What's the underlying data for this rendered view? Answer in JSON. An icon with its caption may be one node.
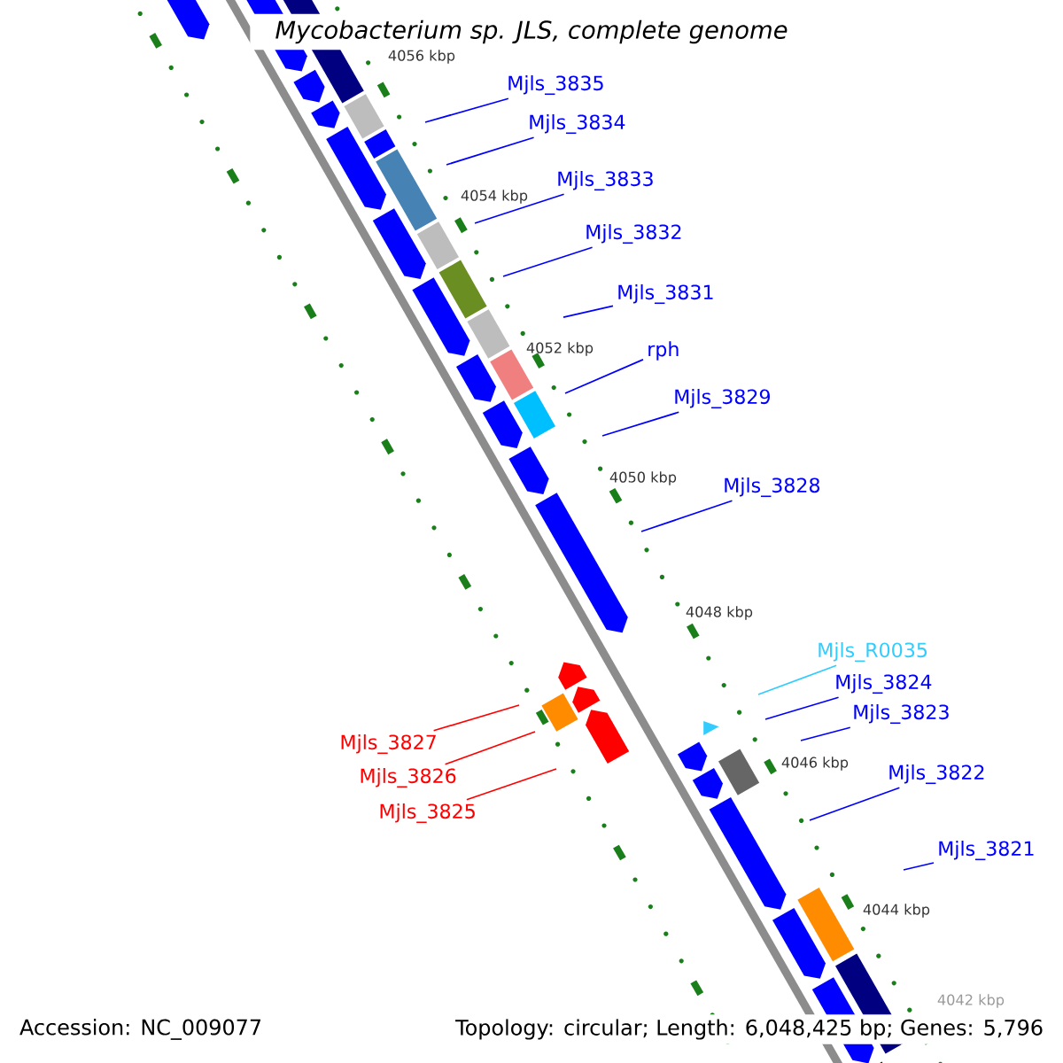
{
  "diagram": {
    "title": "Mycobacterium sp. JLS, complete genome",
    "nodes": [
      {
        "text": [
          "Mjls_3835"
        ]
      },
      {
        "text": [
          "Mjls_3834"
        ]
      },
      {
        "text": [
          "Mjls_3833"
        ]
      },
      {
        "text": [
          "Mjls_3832"
        ]
      },
      {
        "text": [
          "Mjls_3831"
        ]
      },
      {
        "text": [
          "rph"
        ]
      },
      {
        "text": [
          "Mjls_3829"
        ]
      },
      {
        "text": [
          "Mjls_3828"
        ]
      },
      {
        "text": [
          "Mjls_R0035"
        ]
      },
      {
        "text": [
          "Mjls_3824"
        ]
      },
      {
        "text": [
          "Mjls_3823"
        ]
      },
      {
        "text": [
          "Mjls_3822"
        ]
      },
      {
        "text": [
          "Mjls_3821"
        ]
      },
      {
        "text": [
          "Mjls_3827"
        ]
      },
      {
        "text": [
          "Mjls_3826"
        ]
      },
      {
        "text": [
          "Mjls_3825"
        ]
      }
    ],
    "edges": [
      {
        "from": 0,
        "to": null,
        "arrow": "none"
      },
      {
        "from": 1,
        "to": null,
        "arrow": "none"
      },
      {
        "from": 2,
        "to": null,
        "arrow": "none"
      },
      {
        "from": 3,
        "to": null,
        "arrow": "none"
      },
      {
        "from": 4,
        "to": null,
        "arrow": "none"
      },
      {
        "from": 5,
        "to": null,
        "arrow": "none"
      },
      {
        "from": 6,
        "to": null,
        "arrow": "none"
      },
      {
        "from": 7,
        "to": null,
        "arrow": "none"
      },
      {
        "from": 8,
        "to": null,
        "arrow": "none",
        "color": "#33ccff"
      },
      {
        "from": 9,
        "to": null,
        "arrow": "none"
      },
      {
        "from": 10,
        "to": null,
        "arrow": "none"
      },
      {
        "from": 11,
        "to": null,
        "arrow": "none"
      },
      {
        "from": 12,
        "to": null,
        "arrow": "none"
      },
      {
        "from": 13,
        "to": null,
        "arrow": "none",
        "color": "#ff0000"
      },
      {
        "from": 14,
        "to": null,
        "arrow": "none",
        "color": "#ff0000"
      },
      {
        "from": 15,
        "to": null,
        "arrow": "none",
        "color": "#ff0000"
      }
    ],
    "labels": [
      "4056 kbp",
      "4054 kbp",
      "4052 kbp",
      "4050 kbp",
      "4048 kbp",
      "4046 kbp",
      "4044 kbp",
      "4042 kbp",
      "Accession: NC_009077",
      "Topology: circular; Length: 6,048,425 bp; Genes: 5,796"
    ]
  }
}
